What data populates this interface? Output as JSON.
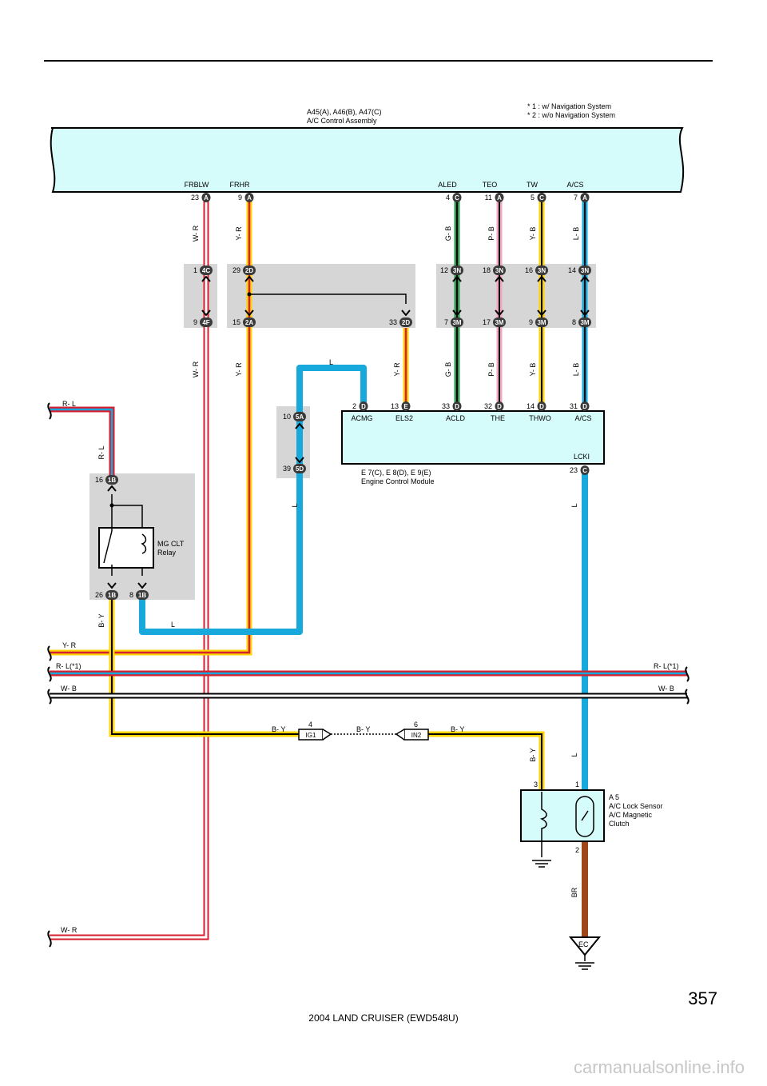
{
  "header": {
    "assembly_codes": "A45(A), A46(B), A47(C)",
    "assembly_name": "A/C Control Assembly",
    "note1": "* 1 : w/ Navigation System",
    "note2": "* 2 : w/o Navigation System"
  },
  "ac_control_terminals": [
    "FRBLW",
    "FRHR",
    "ALED",
    "TEO",
    "TW",
    "A/CS"
  ],
  "ac_control_pins": [
    {
      "num": "23",
      "conn": "A"
    },
    {
      "num": "9",
      "conn": "A"
    },
    {
      "num": "4",
      "conn": "C"
    },
    {
      "num": "11",
      "conn": "A"
    },
    {
      "num": "5",
      "conn": "C"
    },
    {
      "num": "7",
      "conn": "A"
    }
  ],
  "junction_top": [
    {
      "num": "1",
      "conn": "4C"
    },
    {
      "num": "29",
      "conn": "2D"
    },
    {
      "num": "12",
      "conn": "3N"
    },
    {
      "num": "18",
      "conn": "3N"
    },
    {
      "num": "16",
      "conn": "3N"
    },
    {
      "num": "14",
      "conn": "3N"
    }
  ],
  "junction_bottom": [
    {
      "num": "9",
      "conn": "4F"
    },
    {
      "num": "15",
      "conn": "2A"
    },
    {
      "num": "33",
      "conn": "2D"
    },
    {
      "num": "7",
      "conn": "3M"
    },
    {
      "num": "17",
      "conn": "3M"
    },
    {
      "num": "9",
      "conn": "3M"
    },
    {
      "num": "8",
      "conn": "3M"
    }
  ],
  "wire_colors": {
    "w_r": "W- R",
    "y_r": "Y- R",
    "g_b": "G- B",
    "p_b": "P- B",
    "y_b": "Y- B",
    "l_b": "L- B",
    "l": "L",
    "r_l": "R- L",
    "b_y": "B- Y",
    "br": "BR",
    "w_b": "W- B",
    "r_l_1": "R- L(*1)"
  },
  "ecm": {
    "pins": [
      {
        "num": "2",
        "conn": "D"
      },
      {
        "num": "13",
        "conn": "E"
      },
      {
        "num": "33",
        "conn": "D"
      },
      {
        "num": "32",
        "conn": "D"
      },
      {
        "num": "14",
        "conn": "D"
      },
      {
        "num": "31",
        "conn": "D"
      }
    ],
    "terminals": [
      "ACMG",
      "ELS2",
      "ACLD",
      "THE",
      "THWO",
      "A/CS"
    ],
    "lcki": "LCKI",
    "lcki_pin": {
      "num": "23",
      "conn": "C"
    },
    "codes": "E 7(C), E 8(D), E 9(E)",
    "name": "Engine Control Module"
  },
  "junction_5": [
    {
      "num": "10",
      "conn": "5A"
    },
    {
      "num": "39",
      "conn": "5D"
    }
  ],
  "relay": {
    "top_pin": {
      "num": "16",
      "conn": "1B"
    },
    "bottom_left": {
      "num": "26",
      "conn": "1B"
    },
    "bottom_right": {
      "num": "8",
      "conn": "1B"
    },
    "name_line1": "MG CLT",
    "name_line2": "Relay"
  },
  "ig_connectors": [
    {
      "num": "4",
      "name": "IG1"
    },
    {
      "num": "6",
      "name": "IN2"
    }
  ],
  "sensor": {
    "pin3": "3",
    "pin1": "1",
    "pin2": "2",
    "code": "A 5",
    "name1": "A/C Lock Sensor",
    "name2": "A/C Magnetic",
    "name3": "Clutch"
  },
  "ground": "EC",
  "footer": {
    "page": "357",
    "title": "2004 LAND CRUISER (EWD548U)",
    "watermark": "carmanualsonline.info"
  },
  "colors": {
    "panel": "#d6fbfb",
    "gray_box": "#d6d6d6",
    "red": "#d42030",
    "yellow": "#ffd400",
    "green": "#2e9a4e",
    "pink": "#f2a6c4",
    "blue": "#17a9dc",
    "brown": "#a0471a",
    "connector": "#3a3a3a"
  }
}
